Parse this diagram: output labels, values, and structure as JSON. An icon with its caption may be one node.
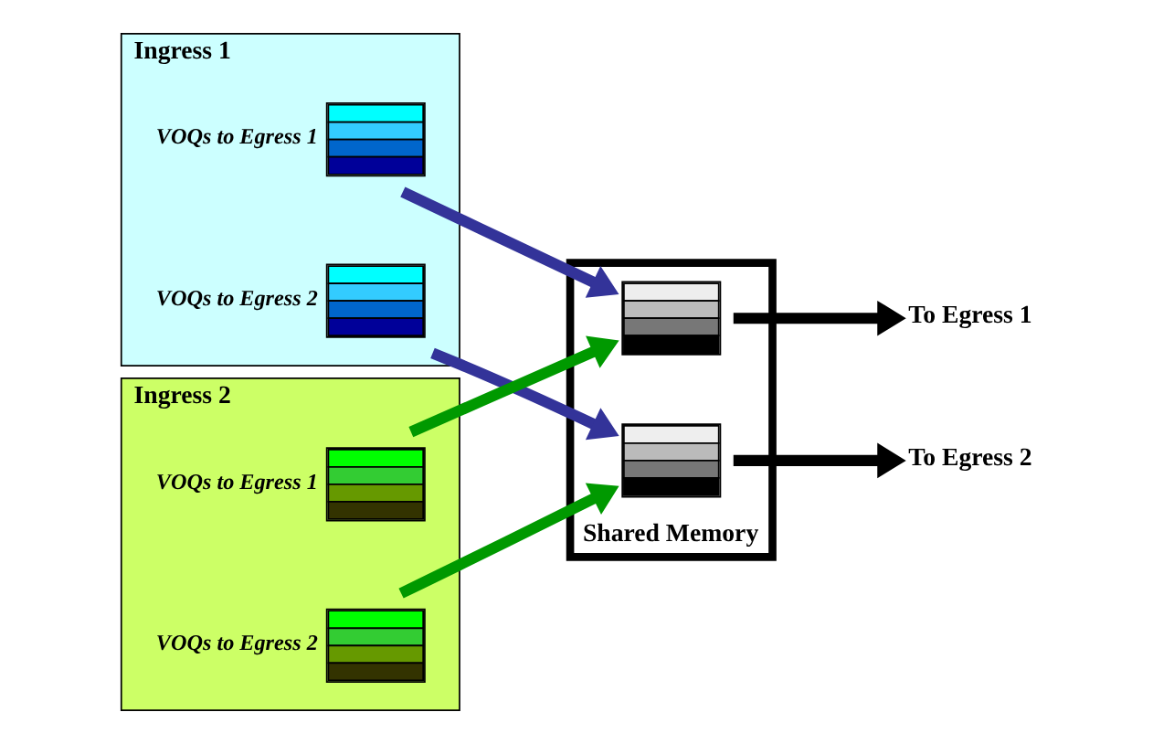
{
  "diagram": {
    "nodes": [
      {
        "text": [
          "Ingress 1"
        ]
      },
      {
        "text": [],
        "shape": "bar",
        "in": 0,
        "beside": [
          "VOQs to Egress 1"
        ]
      },
      {
        "text": [],
        "shape": "bar",
        "in": 0,
        "beside": [
          "VOQs to Egress 2"
        ]
      },
      {
        "text": [
          "Ingress 2"
        ]
      },
      {
        "text": [],
        "shape": "bar",
        "in": 3,
        "beside": [
          "VOQs to Egress 1"
        ]
      },
      {
        "text": [],
        "shape": "bar",
        "in": 3,
        "beside": [
          "VOQs to Egress 2"
        ]
      },
      {
        "text": [
          "Shared Memory"
        ]
      },
      {
        "text": [],
        "shape": "bar",
        "in": 6
      },
      {
        "text": [],
        "shape": "bar",
        "in": 6
      },
      {
        "text": [
          "To Egress 1"
        ]
      },
      {
        "text": [
          "To Egress 2"
        ]
      }
    ],
    "edges": [
      {
        "from": 1,
        "to": 7,
        "arrow": "to",
        "color": "#333399"
      },
      {
        "from": 2,
        "to": 8,
        "arrow": "to",
        "color": "#333399"
      },
      {
        "from": 4,
        "to": 7,
        "arrow": "to",
        "color": "#009900"
      },
      {
        "from": 5,
        "to": 8,
        "arrow": "to",
        "color": "#009900"
      },
      {
        "from": 7,
        "to": 9,
        "arrow": "to",
        "color": "#000000"
      },
      {
        "from": 8,
        "to": 10,
        "arrow": "to",
        "color": "#000000"
      }
    ]
  }
}
